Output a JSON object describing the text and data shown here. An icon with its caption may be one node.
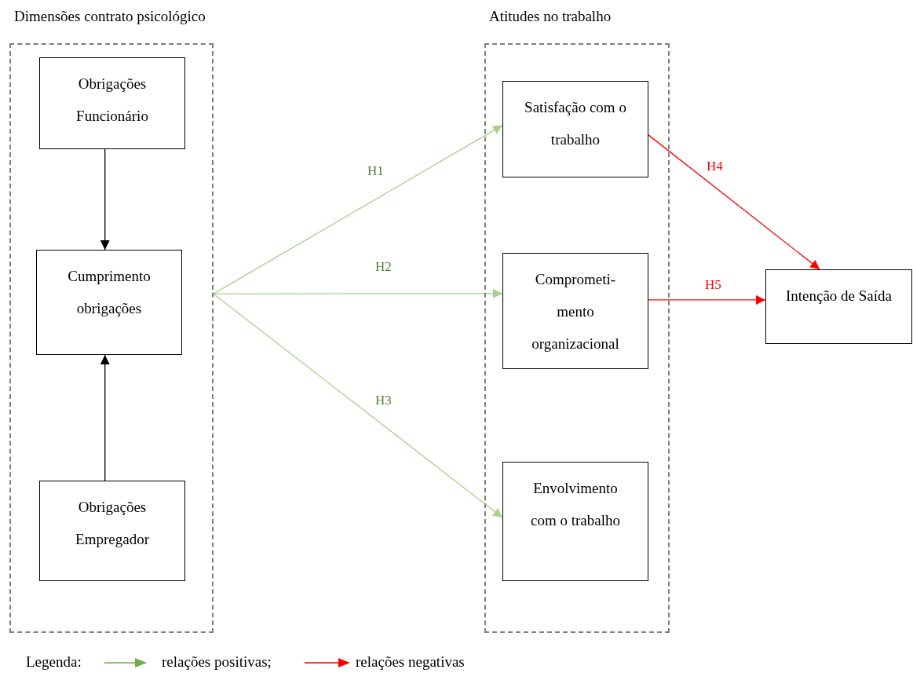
{
  "diagram": {
    "nodes": [
      {
        "text": [
          "Dimensões contrato psicológico"
        ]
      },
      {
        "text": [
          "Obrigações Funcionário"
        ],
        "in": 0
      },
      {
        "text": [
          "Cumprimento obrigações"
        ],
        "in": 0
      },
      {
        "text": [
          "Obrigações Empregador"
        ],
        "in": 0
      },
      {
        "text": [
          "Atitudes no trabalho"
        ]
      },
      {
        "text": [
          "Satisfação com o trabalho"
        ],
        "in": 4
      },
      {
        "text": [
          "Comprometi- mento organizacional"
        ],
        "in": 4
      },
      {
        "text": [
          "Envolvimento com o trabalho"
        ],
        "in": 4
      },
      {
        "text": [
          "Intenção de Saída"
        ]
      }
    ],
    "edges": [
      {
        "from": 1,
        "to": 2,
        "arrow": "to",
        "color": "#000000"
      },
      {
        "from": 3,
        "to": 2,
        "arrow": "to",
        "color": "#000000"
      },
      {
        "from": 0,
        "to": 5,
        "arrow": "to",
        "label": "H1",
        "color": "#a9d18e"
      },
      {
        "from": 0,
        "to": 6,
        "arrow": "to",
        "label": "H2",
        "color": "#a9d18e"
      },
      {
        "from": 0,
        "to": 7,
        "arrow": "to",
        "label": "H3",
        "color": "#a9d18e"
      },
      {
        "from": 5,
        "to": 8,
        "arrow": "to",
        "label": "H4",
        "color": "#ff0000"
      },
      {
        "from": 6,
        "to": 8,
        "arrow": "to",
        "label": "H5",
        "color": "#ff0000"
      }
    ],
    "labels": [
      "Legenda:"
    ],
    "legend": [
      {
        "text": "relações positivas;"
      },
      {
        "text": "relações negativas"
      }
    ]
  }
}
